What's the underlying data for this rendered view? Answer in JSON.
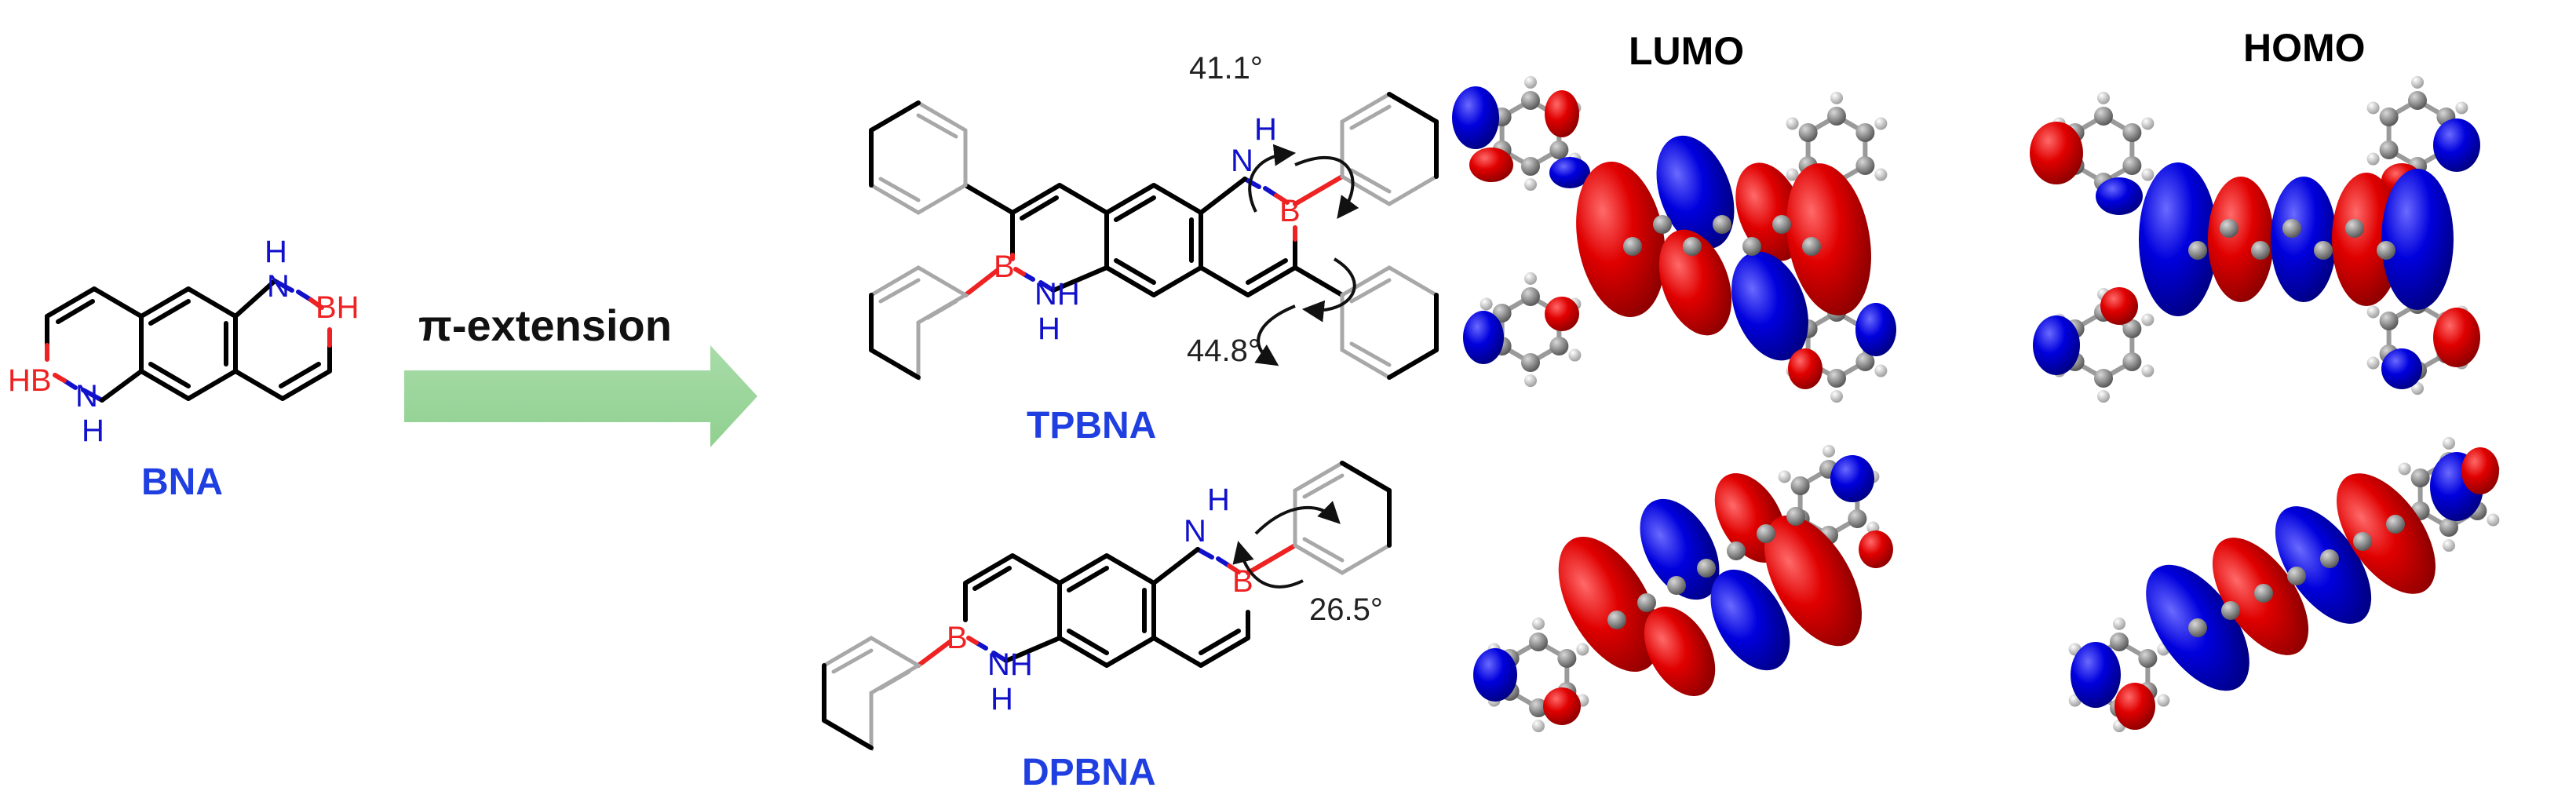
{
  "molecules": {
    "bna": {
      "name": "BNA"
    },
    "tpbna": {
      "name": "TPBNA",
      "angle_top": "41.1°",
      "angle_bottom": "44.8°"
    },
    "dpbna": {
      "name": "DPBNA",
      "angle": "26.5°"
    }
  },
  "atoms": {
    "n": "N",
    "h": "H",
    "b": "B",
    "bh": "BH",
    "hb": "HB",
    "nh": "NH"
  },
  "arrow": {
    "label": "π-extension",
    "color": "#90d090"
  },
  "orbitals": {
    "lumo_label": "LUMO",
    "homo_label": "HOMO"
  },
  "colors": {
    "positive_lobe": "#e00000",
    "negative_lobe": "#0000dd",
    "carbon": "#8a8a8a",
    "hydrogen": "#e6e6e6"
  }
}
